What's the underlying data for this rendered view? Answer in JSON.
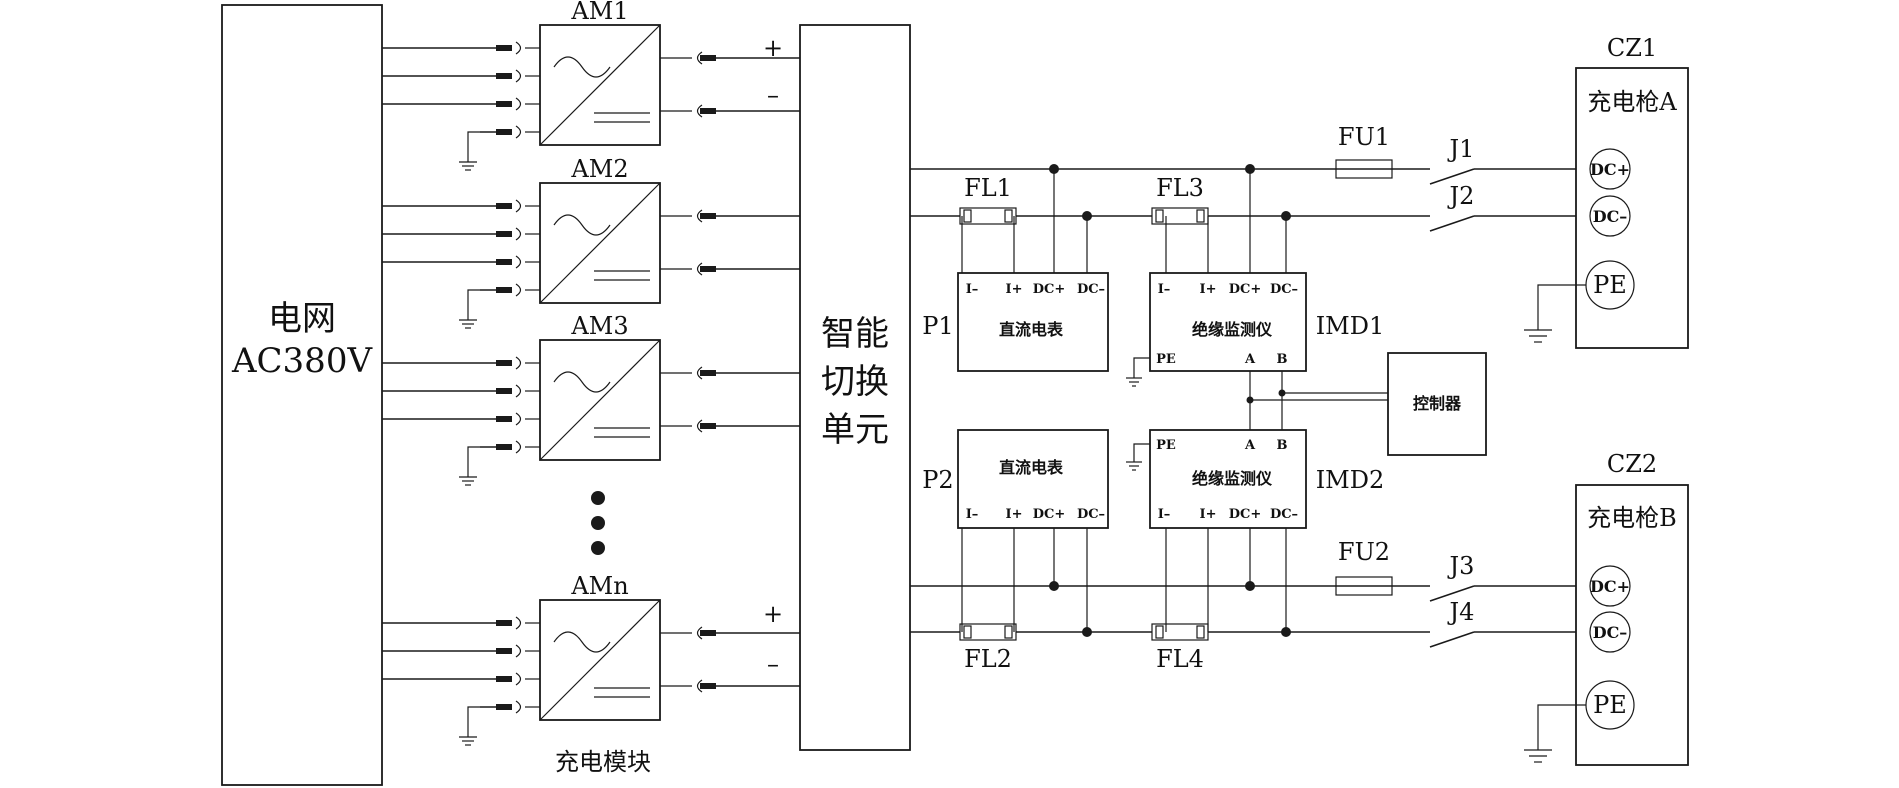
{
  "grid_label": [
    "电网",
    "AC380V"
  ],
  "switch_label": [
    "智能",
    "切换",
    "单元"
  ],
  "modules": [
    "AM1",
    "AM2",
    "AM3",
    "AMn"
  ],
  "module_caption": "充电模块",
  "polarity": {
    "plus": "+",
    "minus": "–"
  },
  "fuses": {
    "fl1": "FL1",
    "fl2": "FL2",
    "fl3": "FL3",
    "fl4": "FL4",
    "fu1": "FU1",
    "fu2": "FU2"
  },
  "relays": [
    "J1",
    "J2",
    "J3",
    "J4"
  ],
  "meters": {
    "p1": "P1",
    "p2": "P2",
    "title": "直流电表",
    "pins": [
      "I–",
      "I+",
      "DC+",
      "DC–"
    ]
  },
  "imd": {
    "imd1": "IMD1",
    "imd2": "IMD2",
    "title": "绝缘监测仪",
    "pins": [
      "I–",
      "I+",
      "DC+",
      "DC–"
    ],
    "pe": "PE",
    "a": "A",
    "b": "B"
  },
  "controller": "控制器",
  "connectors": {
    "cz1": "CZ1",
    "cz2": "CZ2",
    "gun_a": "充电枪A",
    "gun_b": "充电枪B",
    "dc_plus": "DC+",
    "dc_minus": "DC–",
    "pe": "PE"
  },
  "colors": {
    "stroke": "#1a1a1a",
    "background": "#ffffff"
  }
}
